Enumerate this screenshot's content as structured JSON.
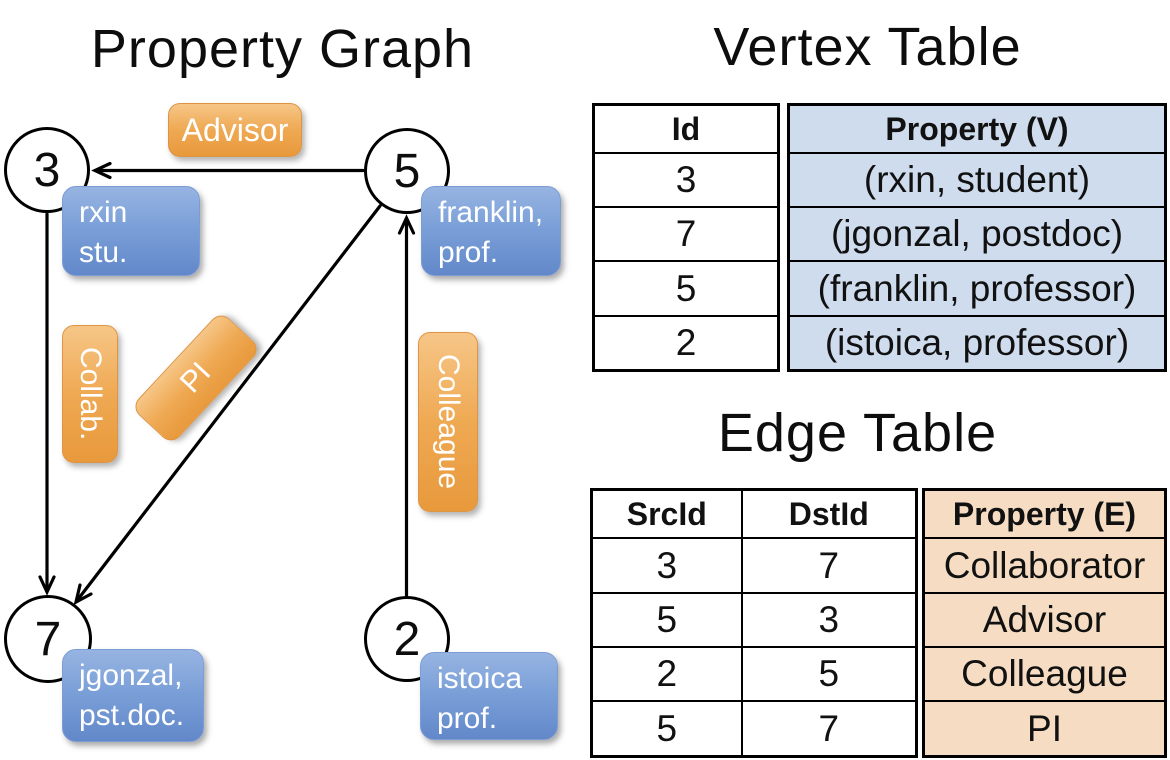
{
  "titles": {
    "graph": "Property Graph",
    "vertex": "Vertex Table",
    "edge": "Edge Table"
  },
  "graph": {
    "nodes": [
      {
        "id": "3",
        "label_lines": [
          "rxin",
          "stu."
        ]
      },
      {
        "id": "5",
        "label_lines": [
          "franklin,",
          "prof."
        ]
      },
      {
        "id": "7",
        "label_lines": [
          "jgonzal,",
          "pst.doc."
        ]
      },
      {
        "id": "2",
        "label_lines": [
          "istoica",
          "prof."
        ]
      }
    ],
    "edge_labels": {
      "advisor": "Advisor",
      "collab": "Collab.",
      "pi": "PI",
      "colleague": "Colleague"
    }
  },
  "vertex_table": {
    "columns": [
      "Id",
      "Property (V)"
    ],
    "rows": [
      [
        "3",
        "(rxin, student)"
      ],
      [
        "7",
        "(jgonzal, postdoc)"
      ],
      [
        "5",
        "(franklin, professor)"
      ],
      [
        "2",
        "(istoica, professor)"
      ]
    ]
  },
  "edge_table": {
    "columns": [
      "SrcId",
      "DstId",
      "Property (E)"
    ],
    "rows": [
      [
        "3",
        "7",
        "Collaborator"
      ],
      [
        "5",
        "3",
        "Advisor"
      ],
      [
        "2",
        "5",
        "Colleague"
      ],
      [
        "5",
        "7",
        "PI"
      ]
    ]
  },
  "colors": {
    "line": "#000000",
    "node_fill": "#ffffff",
    "vertex_box_blue_top": "#97b4e2",
    "vertex_box_blue_bottom": "#6288ca",
    "edge_box_orange_top": "#f6c687",
    "edge_box_orange_bottom": "#e8993c",
    "vertex_table_fill": "#cfdcee",
    "edge_table_fill": "#f5dcc2"
  }
}
